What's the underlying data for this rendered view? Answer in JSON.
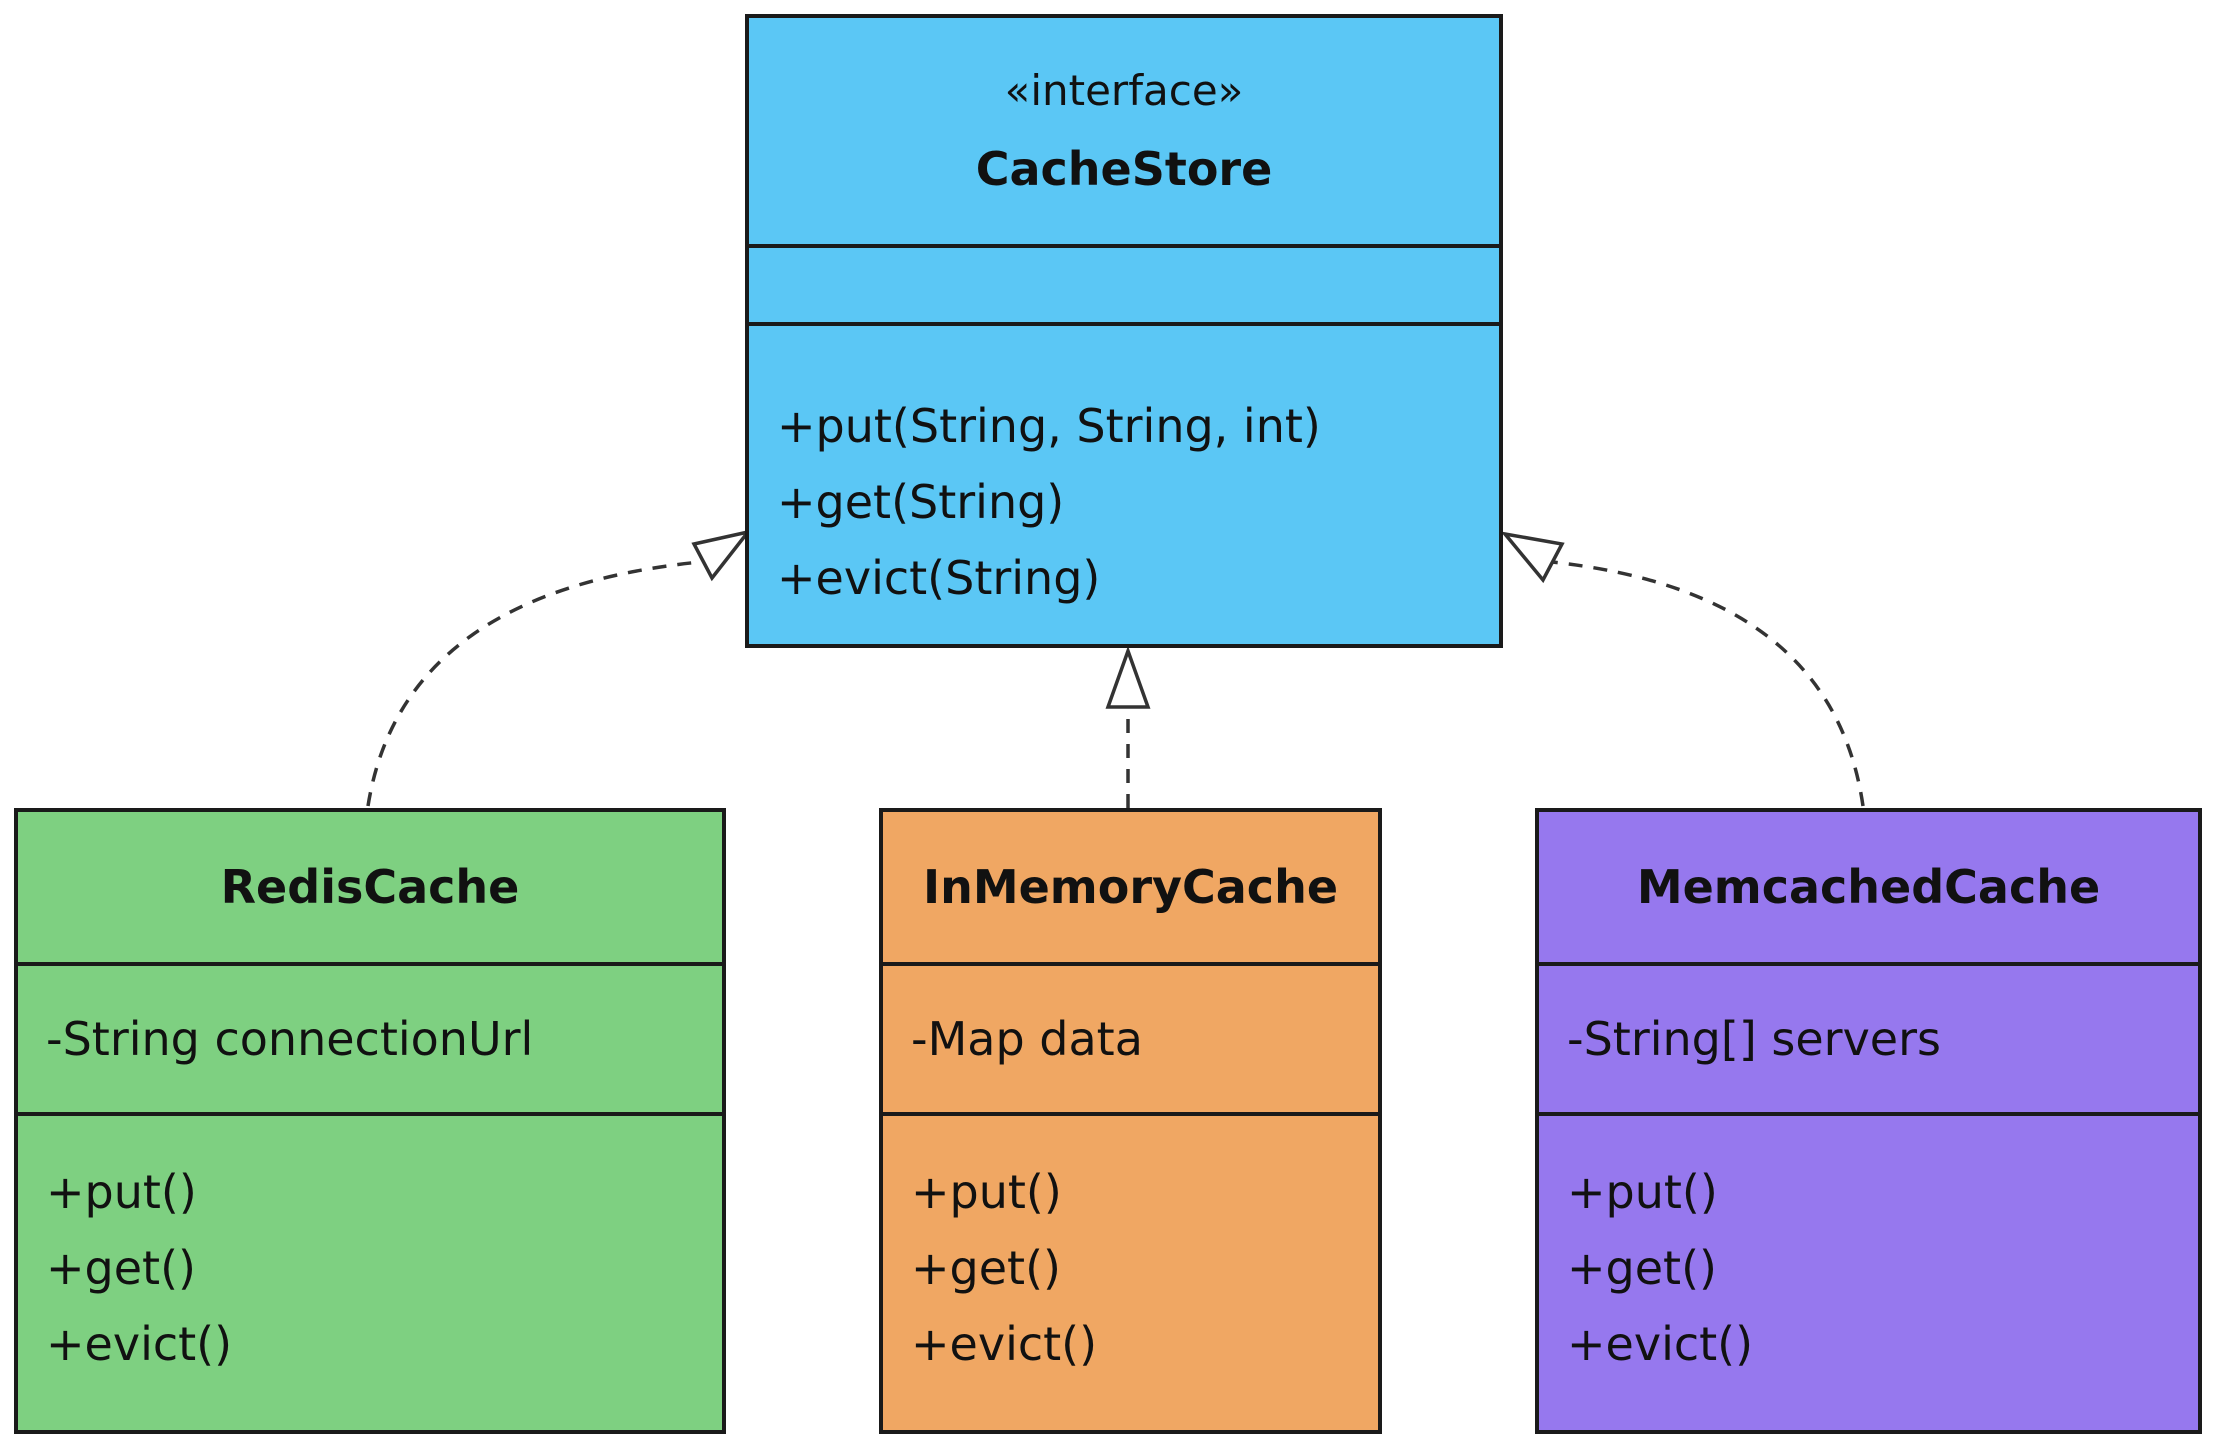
{
  "diagram": {
    "kind": "uml-class-diagram",
    "interface_box": {
      "stereotype": "«interface»",
      "name": "CacheStore",
      "attributes": [],
      "methods": [
        "+put(String, String, int)",
        "+get(String)",
        "+evict(String)"
      ],
      "fill": "#5bc7f5"
    },
    "classes": [
      {
        "name": "RedisCache",
        "attributes": [
          "-String connectionUrl"
        ],
        "methods": [
          "+put()",
          "+get()",
          "+evict()"
        ],
        "fill": "#7ed081"
      },
      {
        "name": "InMemoryCache",
        "attributes": [
          "-Map data"
        ],
        "methods": [
          "+put()",
          "+get()",
          "+evict()"
        ],
        "fill": "#f0a763"
      },
      {
        "name": "MemcachedCache",
        "attributes": [
          "-String[] servers"
        ],
        "methods": [
          "+put()",
          "+get()",
          "+evict()"
        ],
        "fill": "#9678ee"
      }
    ],
    "relations": [
      {
        "from": "RedisCache",
        "to": "CacheStore",
        "type": "realization",
        "line": "dashed",
        "arrowhead": "hollow-triangle"
      },
      {
        "from": "InMemoryCache",
        "to": "CacheStore",
        "type": "realization",
        "line": "dashed",
        "arrowhead": "hollow-triangle"
      },
      {
        "from": "MemcachedCache",
        "to": "CacheStore",
        "type": "realization",
        "line": "dashed",
        "arrowhead": "hollow-triangle"
      }
    ],
    "colors": {
      "background": "#ffffff",
      "box_border": "#1a1a1a",
      "edge_line": "#333333",
      "text": "#111111"
    }
  }
}
